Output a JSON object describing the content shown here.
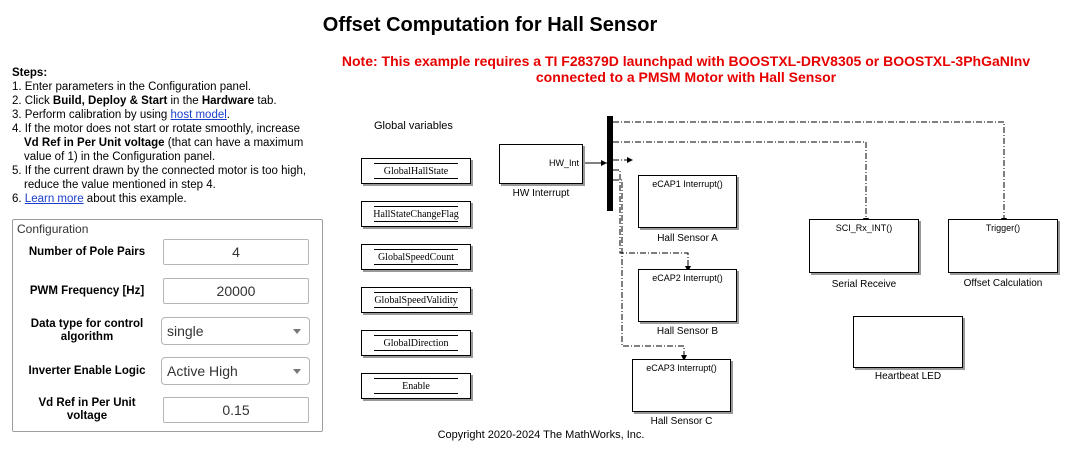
{
  "title": "Offset Computation for Hall Sensor",
  "note": {
    "line1": "Note: This example requires a TI F28379D launchpad with BOOSTXL-DRV8305 or BOOSTXL-3PhGaNInv",
    "line2": "connected to a PMSM Motor with Hall Sensor"
  },
  "steps": {
    "heading": "Steps:",
    "s1": "1. Enter parameters in the Configuration panel.",
    "s2_a": "2. Click ",
    "s2_b": "Build, Deploy & Start",
    "s2_c": " in the ",
    "s2_d": "Hardware",
    "s2_e": " tab.",
    "s3_a": "3. Perform calibration by using ",
    "s3_link": "host model",
    "s3_b": ".",
    "s4_a": "4. If the motor does not start or rotate smoothly, increase",
    "s4_b": "Vd Ref in Per Unit voltage",
    "s4_c": " (that can have a maximum",
    "s4_d": "value of 1) in the Configuration panel.",
    "s5_a": "5. If the current drawn by the connected motor is too high,",
    "s5_b": "reduce the value mentioned in step 4.",
    "s6_a": "6. ",
    "s6_link": "Learn more",
    "s6_b": " about this example."
  },
  "config": {
    "label": "Configuration",
    "pole_pairs_label": "Number of Pole Pairs",
    "pole_pairs_value": "4",
    "pwm_label": "PWM Frequency [Hz]",
    "pwm_value": "20000",
    "dtype_label_1": "Data type for control",
    "dtype_label_2": "algorithm",
    "dtype_value": "single",
    "inverter_label": "Inverter Enable Logic",
    "inverter_value": "Active High",
    "vdref_label_1": "Vd Ref in Per Unit",
    "vdref_label_2": "voltage",
    "vdref_value": "0.15"
  },
  "global_vars": {
    "label": "Global variables",
    "items": [
      "GlobalHallState",
      "HallStateChangeFlag",
      "GlobalSpeedCount",
      "GlobalSpeedValidity",
      "GlobalDirection",
      "Enable"
    ]
  },
  "blocks": {
    "hw_interrupt": {
      "port": "HW_Int",
      "label": "HW Interrupt"
    },
    "hall_a": {
      "port": "eCAP1 Interrupt()",
      "label": "Hall Sensor A"
    },
    "hall_b": {
      "port": "eCAP2 Interrupt()",
      "label": "Hall Sensor B"
    },
    "hall_c": {
      "port": "eCAP3 Interrupt()",
      "label": "Hall Sensor C"
    },
    "serial": {
      "port": "SCI_Rx_INT()",
      "label": "Serial Receive"
    },
    "offset": {
      "port": "Trigger()",
      "label": "Offset Calculation"
    },
    "heartbeat": {
      "label": "Heartbeat LED"
    }
  },
  "copyright": "Copyright 2020-2024 The MathWorks, Inc."
}
